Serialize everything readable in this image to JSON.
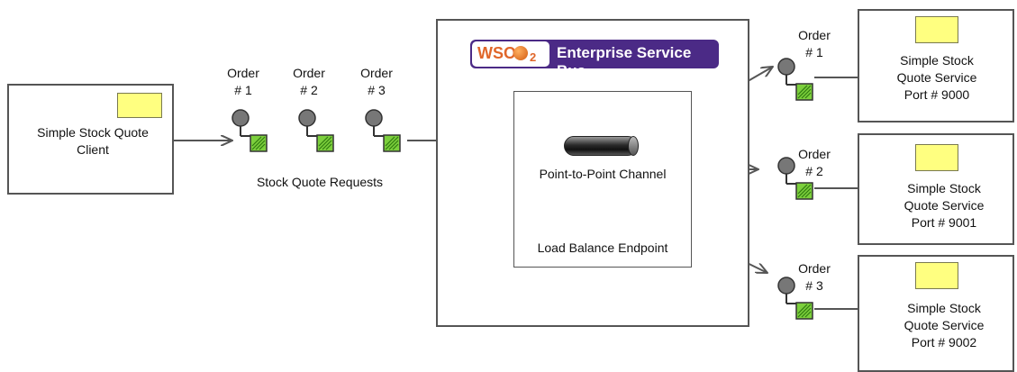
{
  "client": {
    "label_line1": "Simple Stock Quote",
    "label_line2": "Client"
  },
  "requests": {
    "caption": "Stock Quote Requests",
    "orders": [
      {
        "line1": "Order",
        "line2": "# 1"
      },
      {
        "line1": "Order",
        "line2": "# 2"
      },
      {
        "line1": "Order",
        "line2": "# 3"
      }
    ]
  },
  "esb": {
    "logo_text": "WSO",
    "logo_sub": "2",
    "title": "Enterprise Service Bus",
    "channel_label": "Point-to-Point Channel",
    "endpoint_label": "Load Balance Endpoint"
  },
  "services": [
    {
      "order_line1": "Order",
      "order_line2": "# 1",
      "line1": "Simple Stock",
      "line2": "Quote Service",
      "line3": "Port # 9000"
    },
    {
      "order_line1": "Order",
      "order_line2": "# 2",
      "line1": "Simple Stock",
      "line2": "Quote Service",
      "line3": "Port # 9001"
    },
    {
      "order_line1": "Order",
      "order_line2": "# 3",
      "line1": "Simple Stock",
      "line2": "Quote Service",
      "line3": "Port # 9002"
    }
  ],
  "colors": {
    "note_yellow": "#ffff80",
    "message_green": "#7ccf3c",
    "banner_purple": "#4b2a86",
    "wso2_orange": "#e0662a"
  }
}
